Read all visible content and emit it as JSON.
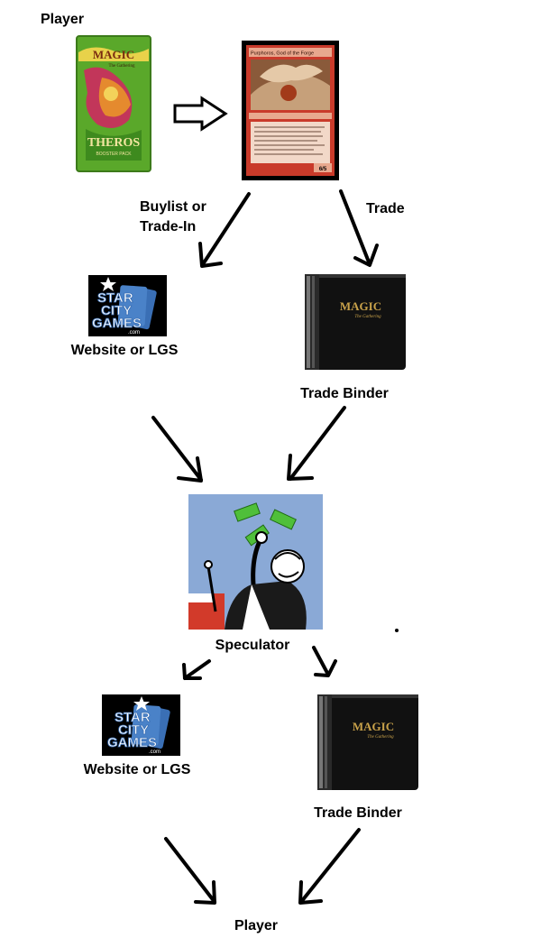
{
  "labels": {
    "player_top": "Player",
    "buylist": [
      "Buylist or",
      "Trade-In"
    ],
    "trade": "Trade",
    "website_1": "Website or LGS",
    "trade_binder_1": "Trade Binder",
    "speculator": "Speculator",
    "website_2": "Website or LGS",
    "trade_binder_2": "Trade Binder",
    "player_bottom": "Player"
  },
  "images": {
    "booster_pack": {
      "brand_text": "MAGIC",
      "subtitle": "The Gathering",
      "set_name": "THEROS",
      "pack_type": "BOOSTER PACK"
    },
    "card": {
      "card_name": "Purphoros, God of the Forge",
      "power_toughness": "6/5"
    },
    "scg_logo_1": {
      "lines": [
        "STAR",
        "CITY",
        "GAMES"
      ],
      "suffix": ".com"
    },
    "scg_logo_2": {
      "lines": [
        "STAR",
        "CITY",
        "GAMES"
      ],
      "suffix": ".com"
    },
    "binder_1": {
      "brand_text": "MAGIC",
      "subtitle": "The Gathering"
    },
    "binder_2": {
      "brand_text": "MAGIC",
      "subtitle": "The Gathering"
    }
  },
  "colors": {
    "arrow": "#000000",
    "pack_green": "#5aa82a",
    "card_red": "#c93a2a",
    "scg_bg": "#000000",
    "scg_blue": "#3a6fb5",
    "speculator_bg": "#8aa9d6",
    "binder_black": "#111111"
  }
}
